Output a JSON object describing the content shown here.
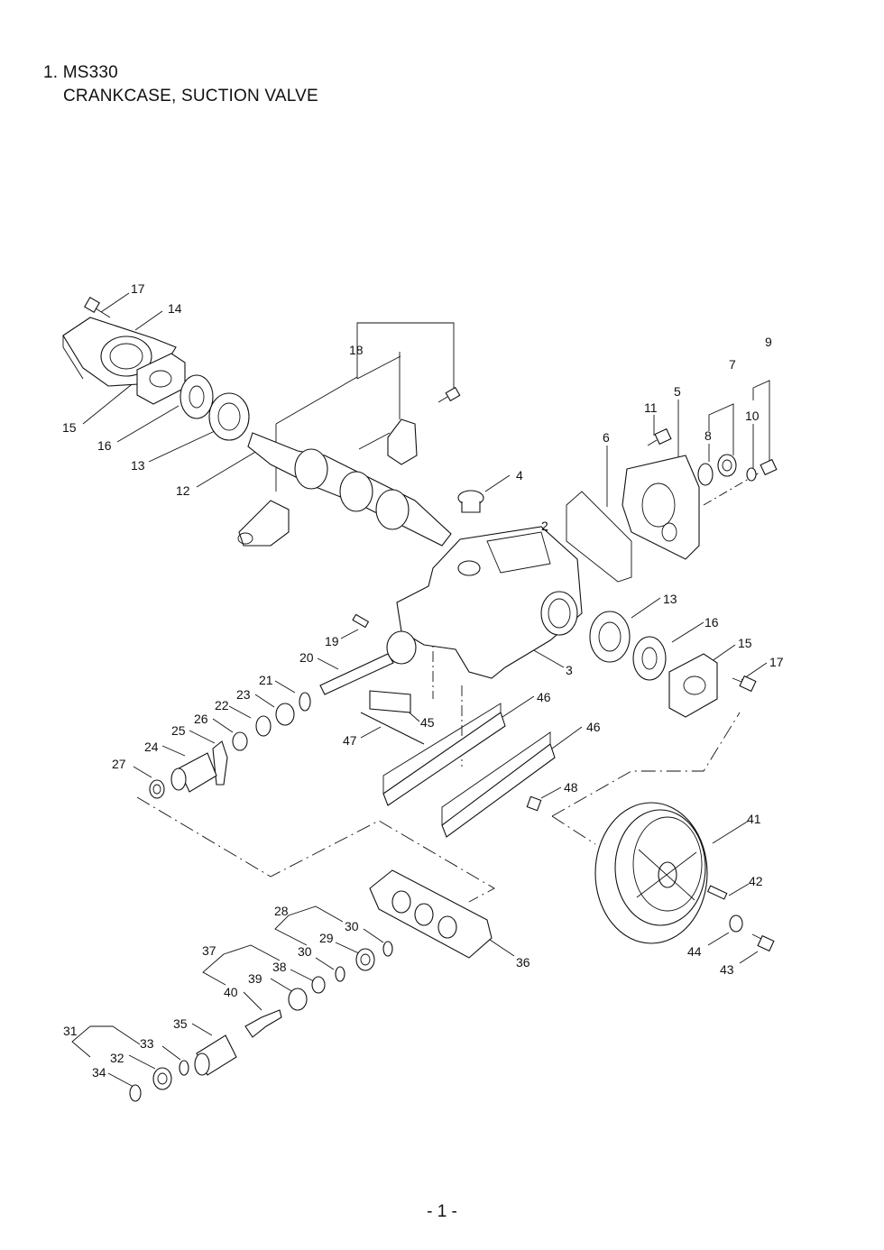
{
  "heading": {
    "line1": "1. MS330",
    "line2": "CRANKCASE, SUCTION VALVE"
  },
  "callouts": [
    "2",
    "3",
    "4",
    "5",
    "6",
    "7",
    "8",
    "9",
    "10",
    "11",
    "12",
    "13",
    "13",
    "14",
    "15",
    "15",
    "16",
    "16",
    "17",
    "17",
    "18",
    "19",
    "20",
    "21",
    "22",
    "23",
    "24",
    "25",
    "26",
    "27",
    "28",
    "29",
    "30",
    "30",
    "31",
    "32",
    "33",
    "34",
    "35",
    "36",
    "37",
    "38",
    "39",
    "40",
    "41",
    "42",
    "43",
    "44",
    "45",
    "46",
    "46",
    "47",
    "48"
  ],
  "footer": {
    "page": "- 1 -"
  }
}
